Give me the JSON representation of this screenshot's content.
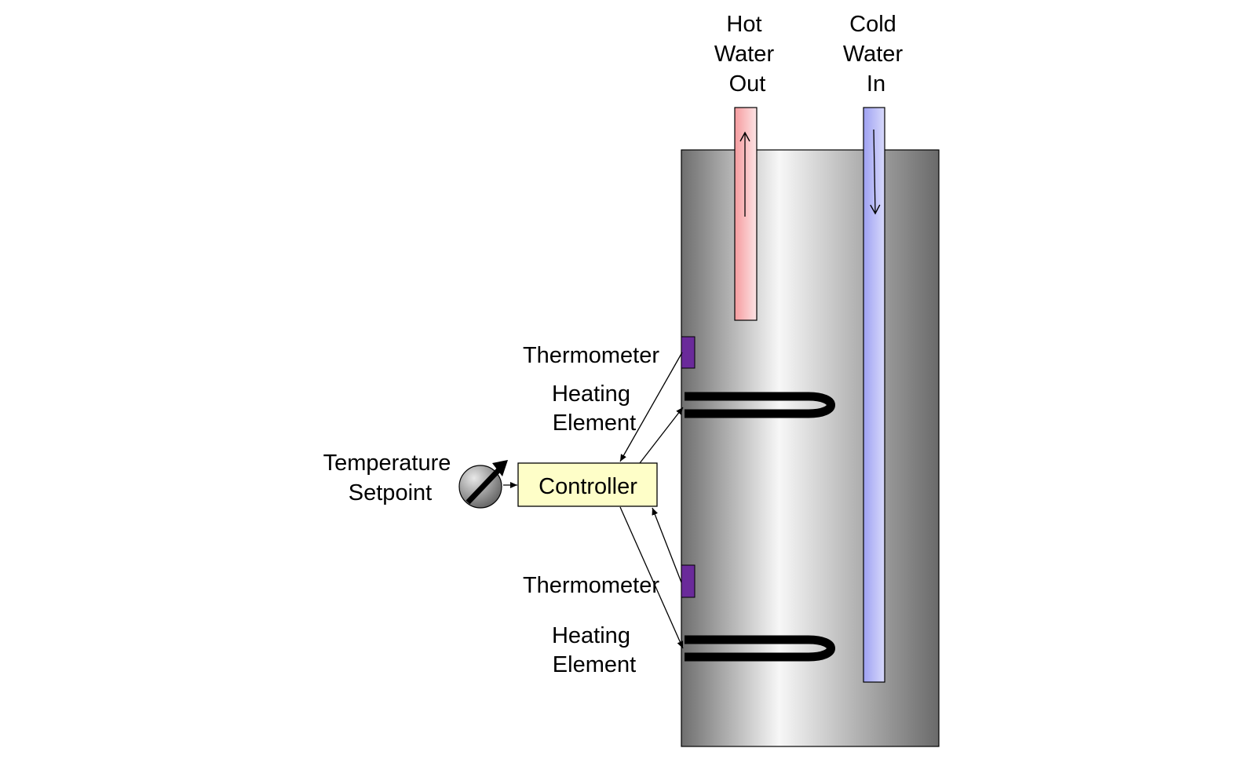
{
  "labels": {
    "hot_water_out": [
      "Hot",
      "Water",
      "Out"
    ],
    "cold_water_in": [
      "Cold",
      "Water",
      "In"
    ],
    "thermometer_top": "Thermometer",
    "heating_element_top": [
      "Heating",
      "Element"
    ],
    "temperature_setpoint": [
      "Temperature",
      "Setpoint"
    ],
    "controller": "Controller",
    "thermometer_bottom": "Thermometer",
    "heating_element_bottom": [
      "Heating",
      "Element"
    ]
  },
  "colors": {
    "hot_pipe": "#f4a3a6",
    "cold_pipe": "#b4b6f4",
    "thermometer": "#6a2a9a",
    "controller_fill": "#fefec8",
    "heating_element": "#000000",
    "tank_dark": "#707070",
    "tank_light": "#f6f6f6"
  },
  "icons": {
    "setpoint_dial": "dial-icon"
  }
}
